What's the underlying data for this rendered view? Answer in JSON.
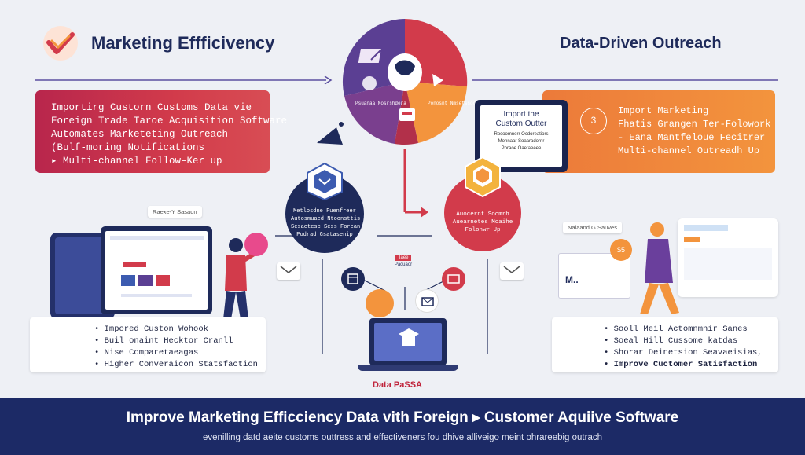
{
  "header_left": {
    "title": "Marketing Effficivency"
  },
  "header_right": {
    "title": "Data-Driven Outreach"
  },
  "left_box": {
    "lines": [
      "Importirg Custorn Customs Data vie",
      "Foreign Trade Taroe Acquisition Software",
      "Automates Marketeting Outreach",
      "(Bulf-moring Notifications",
      "▸ Multi-channel Follow–Ker up"
    ]
  },
  "right_box": {
    "number": "3",
    "lines": [
      "Import Marketing",
      "Fhatis Grangen Ter-Folowork",
      "- Eana Mantfeloue Fecitrer",
      "Multi-channel Outreadh Up"
    ]
  },
  "center_tablet": {
    "lines": [
      "Import the",
      "Custom Outter",
      "Rocoomnerr Ocdoreatiors",
      "Monnaar Soaaradornr",
      "Poraoe Oaetaeeee"
    ]
  },
  "circle_labels": [
    "Psuanaa Nosrshdera",
    "Ponosnt Nmsetssoc"
  ],
  "left_node": {
    "lines": [
      "Metlosdne Fuenfreer",
      "Autosmuaed Ntoonsttis",
      "Sesaetesc Sess Forean",
      "Podrad Gsatasenip"
    ]
  },
  "right_node": {
    "lines": [
      "Auocernt Socmrh",
      "Auearnetes Moaihe",
      "Folonwr Up"
    ]
  },
  "left_tag": "Raexe-Y Sasaon",
  "right_tag": "Nalaand G Sauves",
  "left_card": {
    "lines": [
      "• Impored Custon Wohook",
      "• Buil onaint Hecktor Cranll",
      "• Nise Comparetaeagas",
      "• Higher Converaicon Statsfaction"
    ]
  },
  "right_card": {
    "lines": [
      "• Sooll Meil Actomnmnir Sanes",
      "• Soeal Hill Cussome katdas",
      "• Shorar Deinetsion Seavaeisias,",
      "• Improve Cuctomer Satisfaction"
    ]
  },
  "data_label": "Data PaSSA",
  "mid_labels": [
    "Taee",
    "Pacuaor"
  ],
  "right_badge": "$5",
  "right_screen_label": "M..",
  "footer": {
    "title": "Improve Marketing Efficciency Data vith Foreign ▸ Customer Aquiive Software",
    "subtitle": "evenilling datd aeite customs outtress and effectiveners fou dhive alliveigo meint ohrareebig outrach"
  },
  "colors": {
    "navy": "#1e2a5a",
    "red": "#d23b4b",
    "orange": "#f3943d",
    "purple": "#5b3f93",
    "footer_bg": "#1c2a66"
  }
}
